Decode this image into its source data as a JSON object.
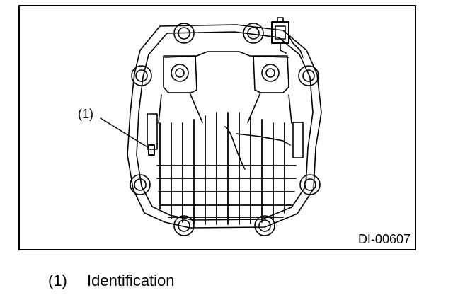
{
  "figure": {
    "callout": "(1)",
    "figure_id": "DI-00607"
  },
  "legend": [
    {
      "number": "(1)",
      "text": "Identification"
    }
  ]
}
